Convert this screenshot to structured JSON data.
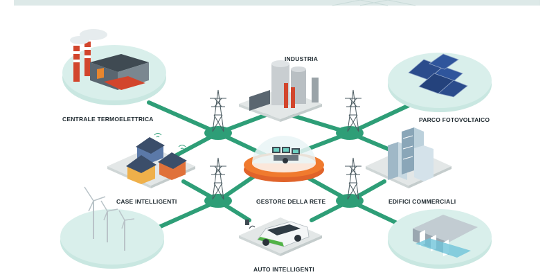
{
  "labels": {
    "thermal_plant": "CENTRALE TERMOELETTRICA",
    "industry": "INDUSTRIA",
    "solar_park": "PARCO FOTOVOLTAICO",
    "smart_homes": "CASE INTELLIGENTI",
    "grid_manager": "GESTORE DELLA RETE",
    "commercial_buildings": "EDIFICI COMMERCIALI",
    "smart_cars": "AUTO INTELLIGENTI"
  },
  "colors": {
    "grid_line": "#2e9e77",
    "node": "#2e9e77",
    "platform": "#c9e7e1",
    "tile": "#e3e7e7",
    "orange_base": "#f07a2e",
    "top_band": "#dde9e8"
  },
  "icons": [
    "power-plant-icon",
    "factory-icon",
    "solar-panels-icon",
    "smart-houses-icon",
    "control-room-icon",
    "office-buildings-icon",
    "wind-turbines-icon",
    "electric-car-icon",
    "hydro-dam-icon",
    "transmission-tower-icon"
  ]
}
